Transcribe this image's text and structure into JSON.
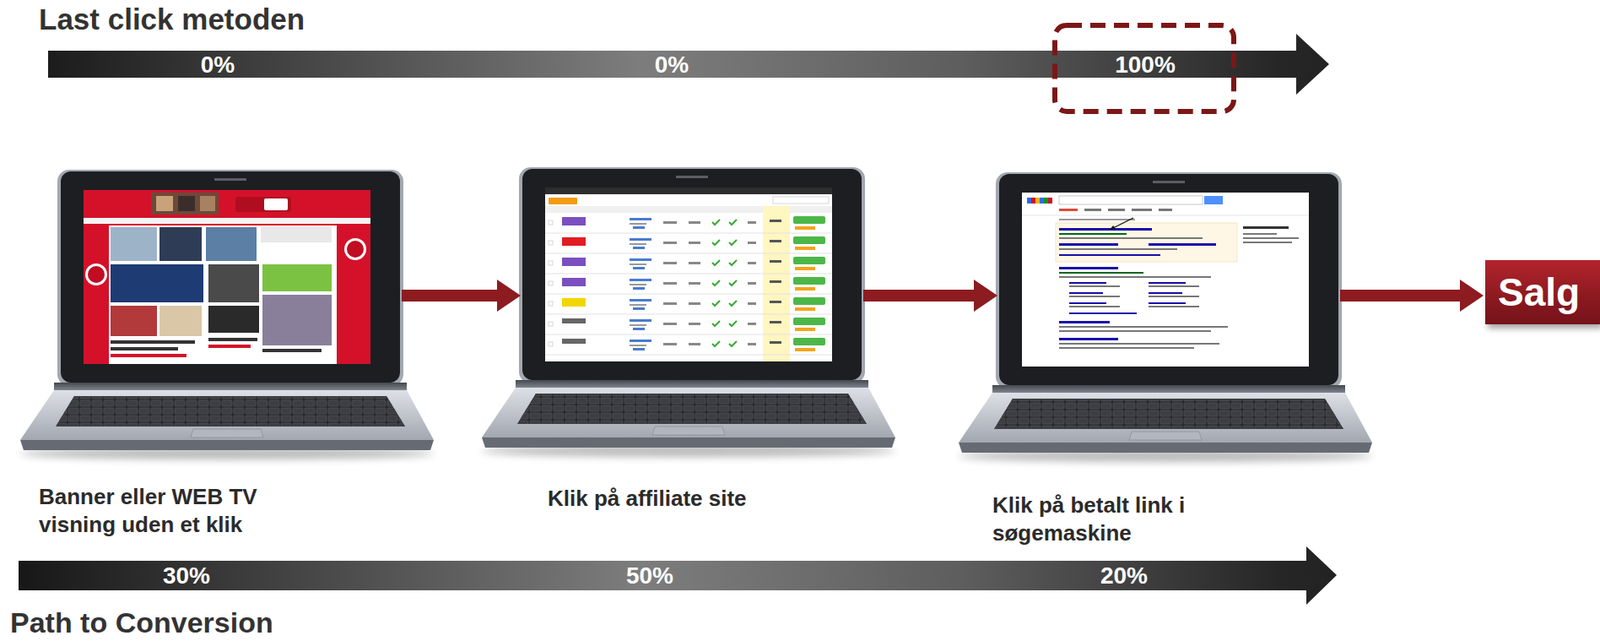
{
  "diagram": {
    "title": "Last click metoden",
    "nodes": [
      {
        "text": [
          "Banner eller WEB TV visning uden et klik"
        ]
      },
      {
        "text": [
          "Klik på affiliate site"
        ]
      },
      {
        "text": [
          "Klik på betalt link i søgemaskine"
        ]
      },
      {
        "text": [
          "Salg"
        ]
      }
    ],
    "edges": [
      {
        "from": 0,
        "to": 1,
        "arrow": "to"
      },
      {
        "from": 1,
        "to": 2,
        "arrow": "to"
      },
      {
        "from": 2,
        "to": 3,
        "arrow": "to"
      }
    ],
    "labels": [
      "0%",
      "0%",
      "100%",
      "30%",
      "50%",
      "20%",
      "Path to Conversion"
    ]
  }
}
